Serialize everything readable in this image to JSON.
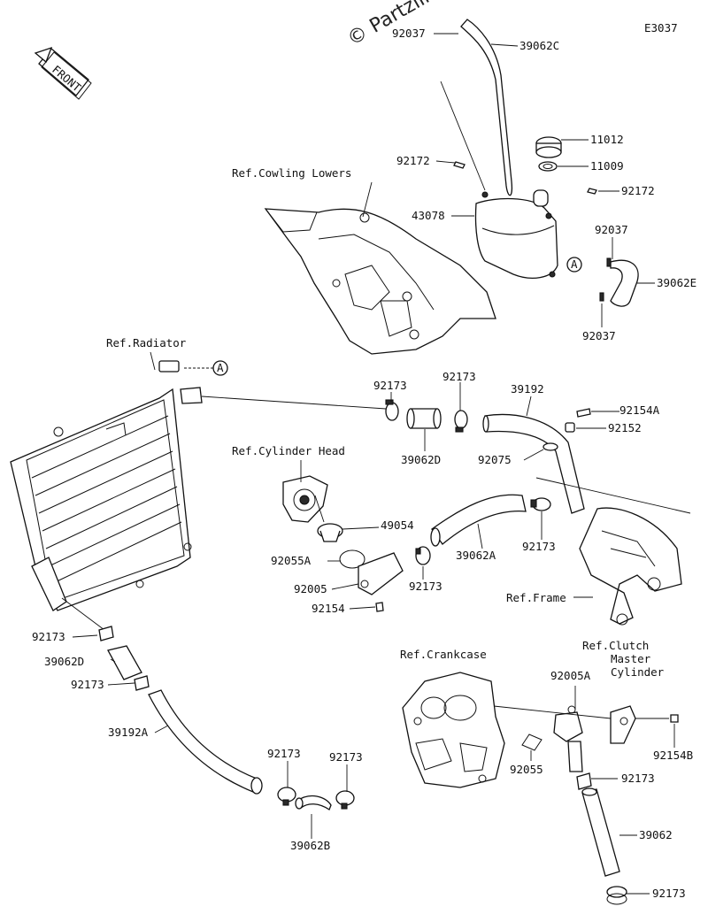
{
  "diagram": {
    "code": "E3037",
    "watermark": "© Partzilla",
    "front_label": "FRONT",
    "circle_ref": "A",
    "refs": {
      "cowling": "Ref.Cowling Lowers",
      "radiator": "Ref.Radiator",
      "cylinder_head": "Ref.Cylinder Head",
      "frame": "Ref.Frame",
      "crankcase": "Ref.Crankcase",
      "clutch_1": "Ref.Clutch",
      "clutch_2": "Master",
      "clutch_3": "Cylinder"
    },
    "parts": {
      "p92037_top": "92037",
      "p39062C": "39062C",
      "p11012": "11012",
      "p11009": "11009",
      "p92172_left": "92172",
      "p92172_right": "92172",
      "p43078": "43078",
      "p92037_mid": "92037",
      "p39062E": "39062E",
      "p92037_low": "92037",
      "p92173_a": "92173",
      "p92173_b": "92173",
      "p39192": "39192",
      "p92154A": "92154A",
      "p92152": "92152",
      "p92075": "92075",
      "p39062D_mid": "39062D",
      "p49054": "49054",
      "p92055A": "92055A",
      "p92005": "92005",
      "p92154": "92154",
      "p39062A": "39062A",
      "p92173_c": "92173",
      "p92173_d": "92173",
      "p92173_e": "92173",
      "p39062D_low": "39062D",
      "p92173_f": "92173",
      "p39192A": "39192A",
      "p92173_g": "92173",
      "p92173_h": "92173",
      "p39062B": "39062B",
      "p92005A": "92005A",
      "p92055": "92055",
      "p92154B": "92154B",
      "p92173_i": "92173",
      "p39062": "39062",
      "p92173_j": "92173"
    }
  }
}
